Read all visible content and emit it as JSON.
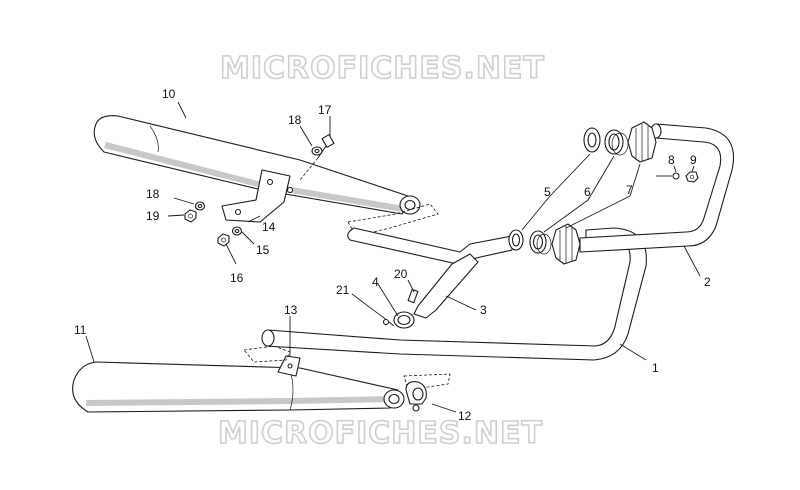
{
  "watermark": {
    "top": "MICROFICHES.NET",
    "bottom": "MICROFICHES.NET"
  },
  "callouts": [
    "1",
    "2",
    "3",
    "4",
    "5",
    "6",
    "7",
    "8",
    "9",
    "10",
    "11",
    "12",
    "13",
    "14",
    "15",
    "16",
    "17",
    "18",
    "18",
    "19",
    "20",
    "21"
  ]
}
